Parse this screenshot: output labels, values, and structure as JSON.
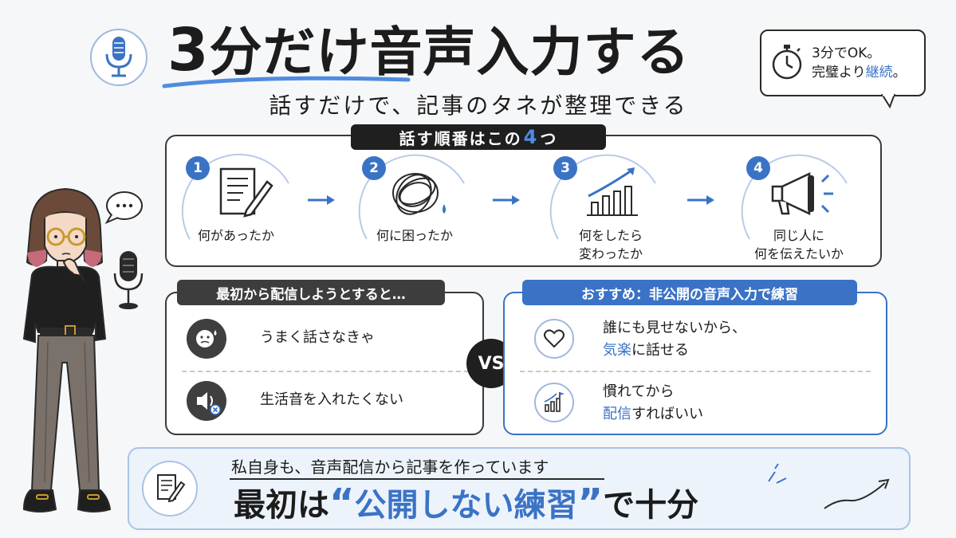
{
  "header": {
    "title_num": "3",
    "title_rest": "分だけ音声入力する",
    "subtitle": "話すだけで、記事のタネが整理できる",
    "icon": "microphone-icon"
  },
  "note": {
    "line1": "3分でOK。",
    "line2_prefix": "完璧より",
    "line2_highlight": "継続",
    "line2_suffix": "。",
    "icon": "stopwatch-icon"
  },
  "steps": {
    "label_prefix": "話す順番はこの",
    "label_num": "4",
    "label_suffix": "つ",
    "items": [
      {
        "num": "1",
        "label": "何があったか",
        "icon": "document-pen-icon"
      },
      {
        "num": "2",
        "label": "何に困ったか",
        "icon": "tangle-icon"
      },
      {
        "num": "3",
        "label": "何をしたら\n変わったか",
        "icon": "growth-chart-icon"
      },
      {
        "num": "4",
        "label": "同じ人に\n何を伝えたいか",
        "icon": "megaphone-icon"
      }
    ]
  },
  "compare": {
    "left_label": "最初から配信しようとすると…",
    "left_items": [
      {
        "text": "うまく話さなきゃ",
        "icon": "worried-face-icon"
      },
      {
        "text": "生活音を入れたくない",
        "icon": "speaker-muted-icon"
      }
    ],
    "vs": "VS",
    "right_label": "おすすめ：非公開の音声入力で練習",
    "right_items": [
      {
        "line1": "誰にも見せないから、",
        "line2_highlight": "気楽",
        "line2_rest": "に話せる",
        "icon": "heart-icon"
      },
      {
        "line1": "慣れてから",
        "line2_highlight": "配信",
        "line2_rest": "すればいい",
        "icon": "bar-chart-icon"
      }
    ]
  },
  "banner": {
    "sub": "私自身も、音声配信から記事を作っています",
    "main_prefix": "最初は",
    "open_quote": "“",
    "main_highlight": "公開しない練習",
    "close_quote": "”",
    "main_suffix": "で十分",
    "icon": "document-pen-icon"
  },
  "colors": {
    "accent": "#3a73c6",
    "dark": "#1f1f1f",
    "panel_border": "#3a3a3a",
    "light_blue": "#edf3fb"
  }
}
